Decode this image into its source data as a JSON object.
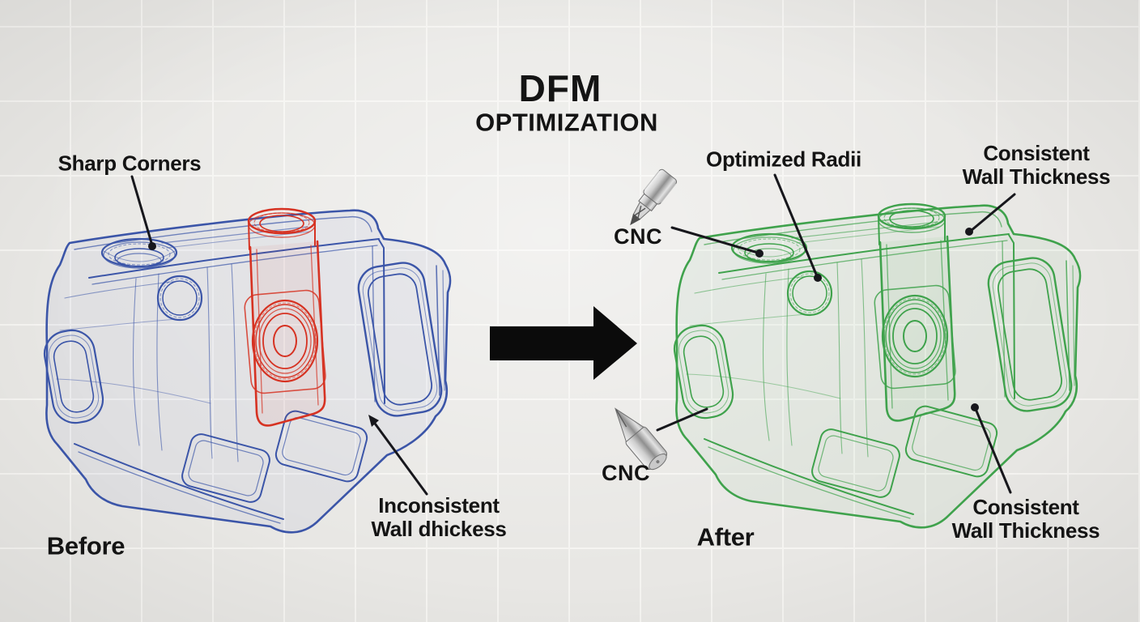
{
  "title": {
    "main": "DFM",
    "sub": "OPTIMIZATION"
  },
  "center_arrow": {
    "direction": "right",
    "meaning": "before-to-after transformation"
  },
  "before_panel": {
    "label": "Before",
    "annotations": {
      "sharp_corners": "Sharp Corners",
      "inconsistent_wall_line1": "Inconsistent",
      "inconsistent_wall_line2": "Wall dhickess"
    }
  },
  "after_panel": {
    "label": "After",
    "annotations": {
      "optimized_radii": "Optimized Radii",
      "consistent_wall_top_line1": "Consistent",
      "consistent_wall_top_line2": "Wall Thickness",
      "consistent_wall_bottom_line1": "Consistent",
      "consistent_wall_bottom_line2": "Wall Thickness",
      "cnc_top": "CNC",
      "cnc_bottom": "CNC"
    }
  },
  "icons": {
    "cnc_endmill": "cnc-endmill-tool",
    "cnc_engraver": "cnc-engraver-tool"
  },
  "colors": {
    "background": "#e8e7e4",
    "grid_line": "#f5f4f1",
    "text": "#141414",
    "arrow": "#0b0b0b",
    "leader_line": "#17171c",
    "wireframe_before": "#3b55a8",
    "wireframe_highlight": "#d63222",
    "wireframe_after": "#3fa24c"
  }
}
